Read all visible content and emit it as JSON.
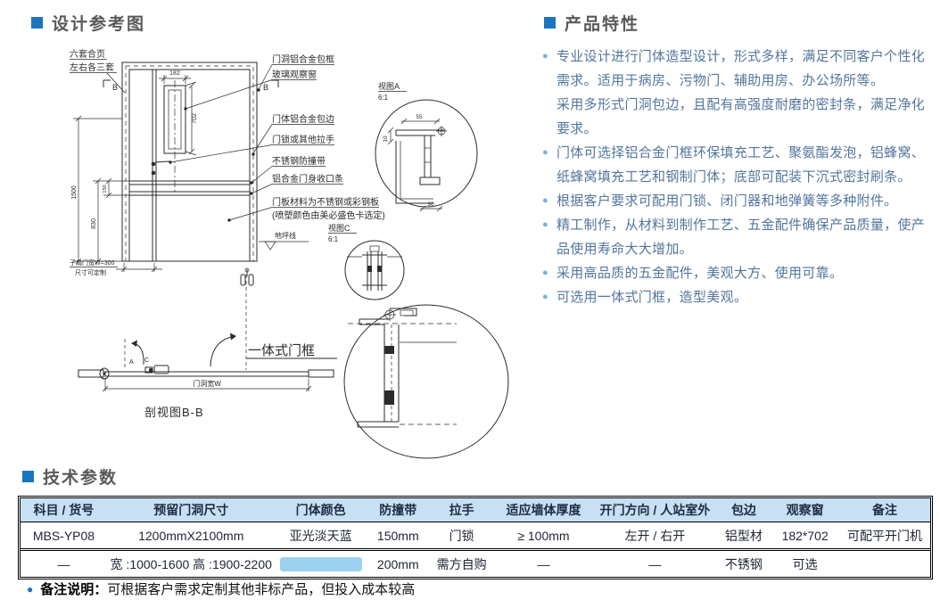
{
  "sections": {
    "design": {
      "title": "设计参考图"
    },
    "features": {
      "title": "产品特性"
    },
    "specs": {
      "title": "技术参数"
    }
  },
  "features": {
    "items": [
      "专业设计进行门体造型设计，形式多样，满足不同客户个性化需求。适用于病房、污物门、辅助用房、办公场所等。\n采用多形式门洞包边，且配有高强度耐磨的密封条，满足净化要求。",
      "门体可选择铝合金门框环保填充工艺、聚氨酯发泡，铝蜂窝、纸蜂窝填充工艺和钢制门体；底部可配装下沉式密封刷条。",
      "根据客户要求可配用门锁、闭门器和地弹簧等多种附件。",
      "精工制作，从材料到制作工艺、五金配件确保产品质量，使产品使用寿命大大增加。",
      "采用高品质的五金配件，美观大方、使用可靠。",
      "可选用一体式门框，造型美观。"
    ]
  },
  "diagram": {
    "callouts": {
      "hinges1": "六套合页",
      "hinges2": "左右各三套",
      "frame": "门洞铝合金包框",
      "window": "玻璃观察窗",
      "edge": "门体铝合金包边",
      "lock": "门锁或其他拉手",
      "bumper": "不锈钢防撞带",
      "strip": "铝合金门身收口条",
      "panel1": "门板材料为不锈钢或彩钢板",
      "panel2": "(喷塑颜色由美必盛色卡选定)",
      "ground": "地坪线",
      "view_a": "视图A",
      "view_c": "视图C",
      "scale": "6:1",
      "integrated": "一体式门框",
      "section": "剖视图B-B",
      "opening_width": "门洞宽W",
      "subleaf1": "子扇门宽W=300",
      "subleaf2": "尺寸可定制"
    },
    "dims": {
      "window_w": "182",
      "window_h": "702",
      "door_h": "1500",
      "lower_h": "830",
      "band_gap": "150",
      "a_w": "55",
      "a_t": "10",
      "a_b": "30"
    },
    "markers": {
      "a": "A",
      "b": "B",
      "c": "C"
    }
  },
  "table": {
    "headers": [
      "科目 / 货号",
      "预留门洞尺寸",
      "门体颜色",
      "防撞带",
      "拉手",
      "适应墙体厚度",
      "开门方向 / 人站室外",
      "包边",
      "观察窗",
      "备注"
    ],
    "rows": [
      [
        "MBS-YP08",
        "1200mmX2100mm",
        "亚光淡天蓝",
        "150mm",
        "门锁",
        "≥ 100mm",
        "左开 / 右开",
        "铝型材",
        "182*702",
        "可配平开门机"
      ],
      [
        "—",
        "宽 :1000-1600  高 :1900-2200",
        "",
        "200mm",
        "需方自购",
        "—",
        "—",
        "不锈钢",
        "可选",
        ""
      ]
    ],
    "swatch_style": "background:#9cd2f0"
  },
  "note": {
    "bullet": "●",
    "label": "备注说明：",
    "text": "可根据客户需求定制其他非标产品，但投入成本较高"
  },
  "colors": {
    "accent": "#1b75bc",
    "bullet": "#6fb3e2",
    "feature_text": "#53769c",
    "header_bg": "#c7e1f2",
    "swatch": "#9cd2f0"
  }
}
